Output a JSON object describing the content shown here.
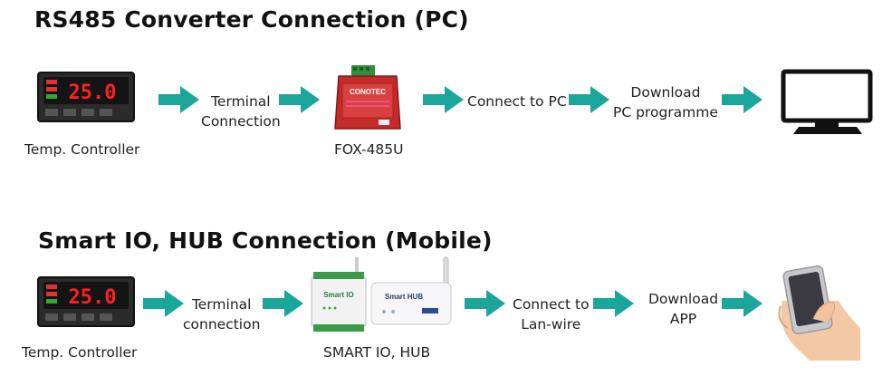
{
  "colors": {
    "arrow": "#1aa69a",
    "converter_red": "#c42a2a",
    "terminal_green": "#2f8f3a",
    "display_red": "#ff2020"
  },
  "section_pc": {
    "title": "RS485 Converter Connection (PC)",
    "controller_label": "Temp. Controller",
    "controller_display": "25.0",
    "step1": {
      "line1": "Terminal",
      "line2": "Connection"
    },
    "converter_label": "FOX-485U",
    "converter_text": "CONOTEC",
    "step2": {
      "line1": "Connect to PC"
    },
    "step3": {
      "line1": "Download",
      "line2": "PC programme"
    },
    "monitor_icon": "monitor-icon"
  },
  "section_mobile": {
    "title": "Smart IO, HUB Connection (Mobile)",
    "controller_label": "Temp. Controller",
    "controller_display": "25.0",
    "step1": {
      "line1": "Terminal",
      "line2": "connection"
    },
    "device_label": "SMART IO, HUB",
    "smartio_text": "Smart IO",
    "hub_text": "Smart HUB",
    "step2": {
      "line1": "Connect to",
      "line2": "Lan-wire"
    },
    "step3": {
      "line1": "Download",
      "line2": "APP"
    },
    "phone_icon": "hand-smartphone-icon"
  }
}
